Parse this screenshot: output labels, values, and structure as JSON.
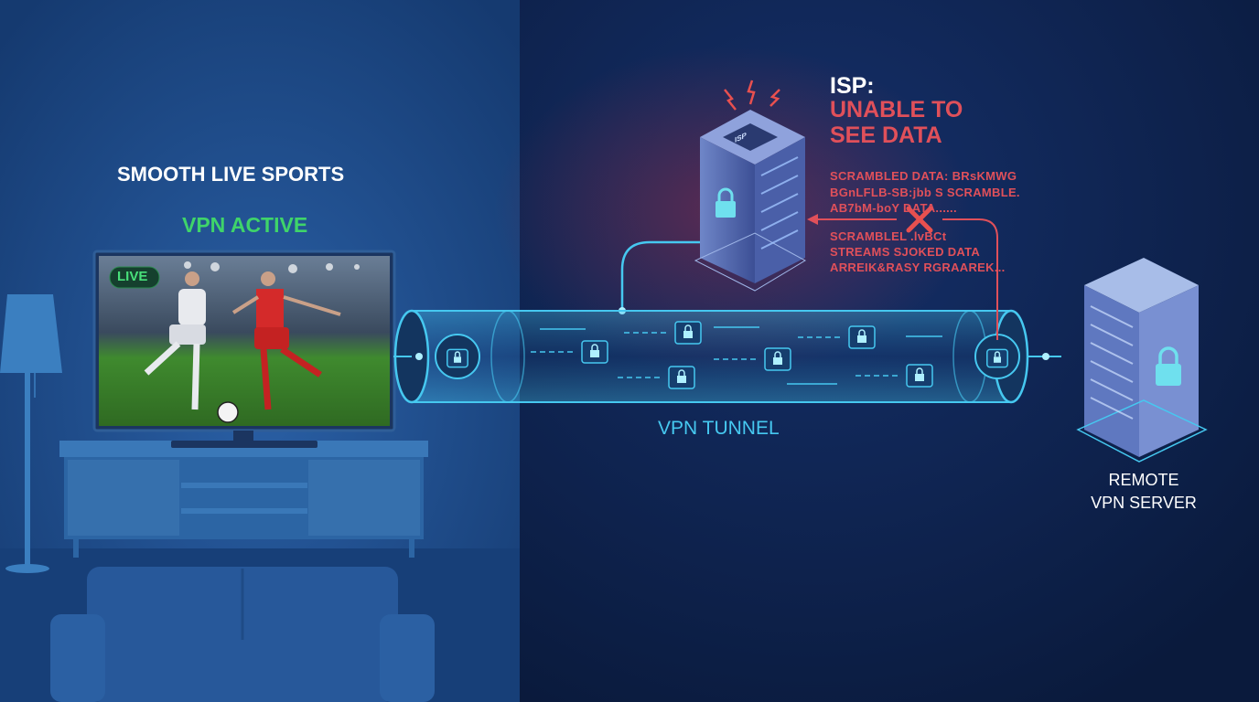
{
  "left_panel": {
    "headline": "SMOOTH LIVE SPORTS",
    "status": "VPN ACTIVE",
    "live_badge": "LIVE"
  },
  "tunnel": {
    "label": "VPN TUNNEL"
  },
  "isp": {
    "building_sign": "ISP",
    "title": "ISP:",
    "subtitle_line1": "UNABLE TO",
    "subtitle_line2": "SEE DATA",
    "scrambled_top": [
      "SCRAMBLED DATA: BRsKMWG",
      "BGnLFLB-SB:jbb S SCRAMBLE.",
      "AB7bM-boY        DATA......"
    ],
    "scrambled_bottom": [
      "SCRAMBLEL       .lvBCt",
      "STREAMS SJOKED DATA",
      "ARREIK&RASY RGRAAREK..."
    ]
  },
  "server": {
    "label_line1": "REMOTE",
    "label_line2": "VPN SERVER"
  },
  "colors": {
    "left_bg": "#1d4a86",
    "right_bg": "#0d1f47",
    "tunnel": "#46c8f0",
    "active_green": "#3fd46a",
    "alert_red": "#e0505a"
  },
  "icons": [
    "lock-icon",
    "lightning-icon",
    "cross-icon",
    "arrow-icon",
    "lamp-icon",
    "soccer-ball-icon"
  ]
}
